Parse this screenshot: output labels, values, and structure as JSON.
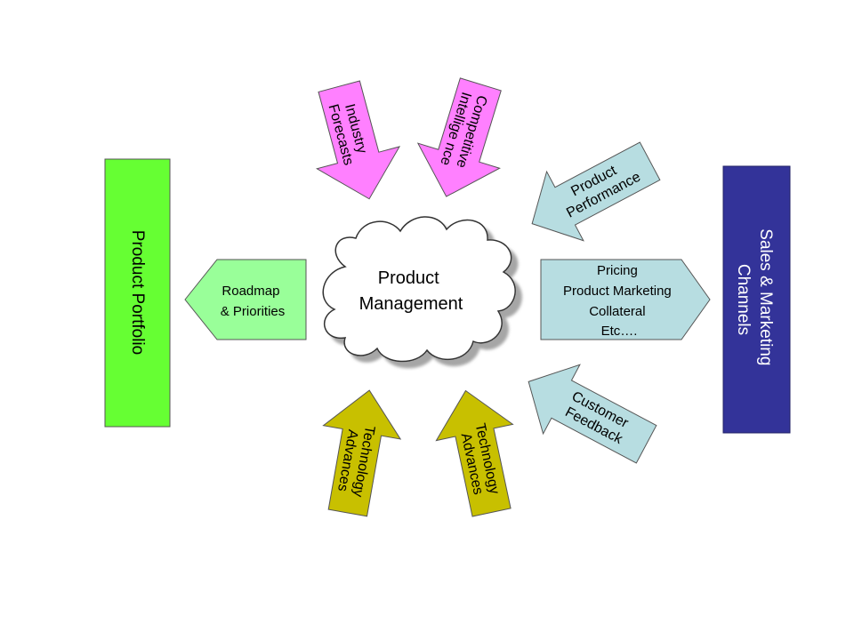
{
  "diagram": {
    "center": {
      "line1": "Product",
      "line2": "Management"
    },
    "left_box": {
      "label": "Product Portfolio"
    },
    "right_box": {
      "line1": "Sales & Marketing",
      "line2": "Channels"
    },
    "arrows": {
      "industry_forecasts": {
        "line1": "Industry",
        "line2": "Forecasts"
      },
      "competitive_intelligence": {
        "line1": "Competitive",
        "line2": "Intellige nce"
      },
      "product_performance": {
        "line1": "Product",
        "line2": "Performance"
      },
      "roadmap": {
        "line1": "Roadmap",
        "line2": "& Priorities"
      },
      "pricing": {
        "line1": "Pricing",
        "line2": "Product Marketing",
        "line3": "Collateral",
        "line4": "Etc…."
      },
      "customer_feedback": {
        "line1": "Customer",
        "line2": "Feedback"
      },
      "technology_left": {
        "line1": "Technology",
        "line2": "Advances"
      },
      "technology_right": {
        "line1": "Technology",
        "line2": "Advances"
      }
    }
  },
  "colors": {
    "product_portfolio": "#66ff33",
    "sales_channels": "#333399",
    "magenta_arrows": "#ff80ff",
    "light_green_arrow": "#99ff99",
    "light_blue_arrows": "#b7dde1",
    "olive_arrows": "#c8c000",
    "cloud_fill": "#ffffff",
    "shadow": "#a6a6a6"
  }
}
